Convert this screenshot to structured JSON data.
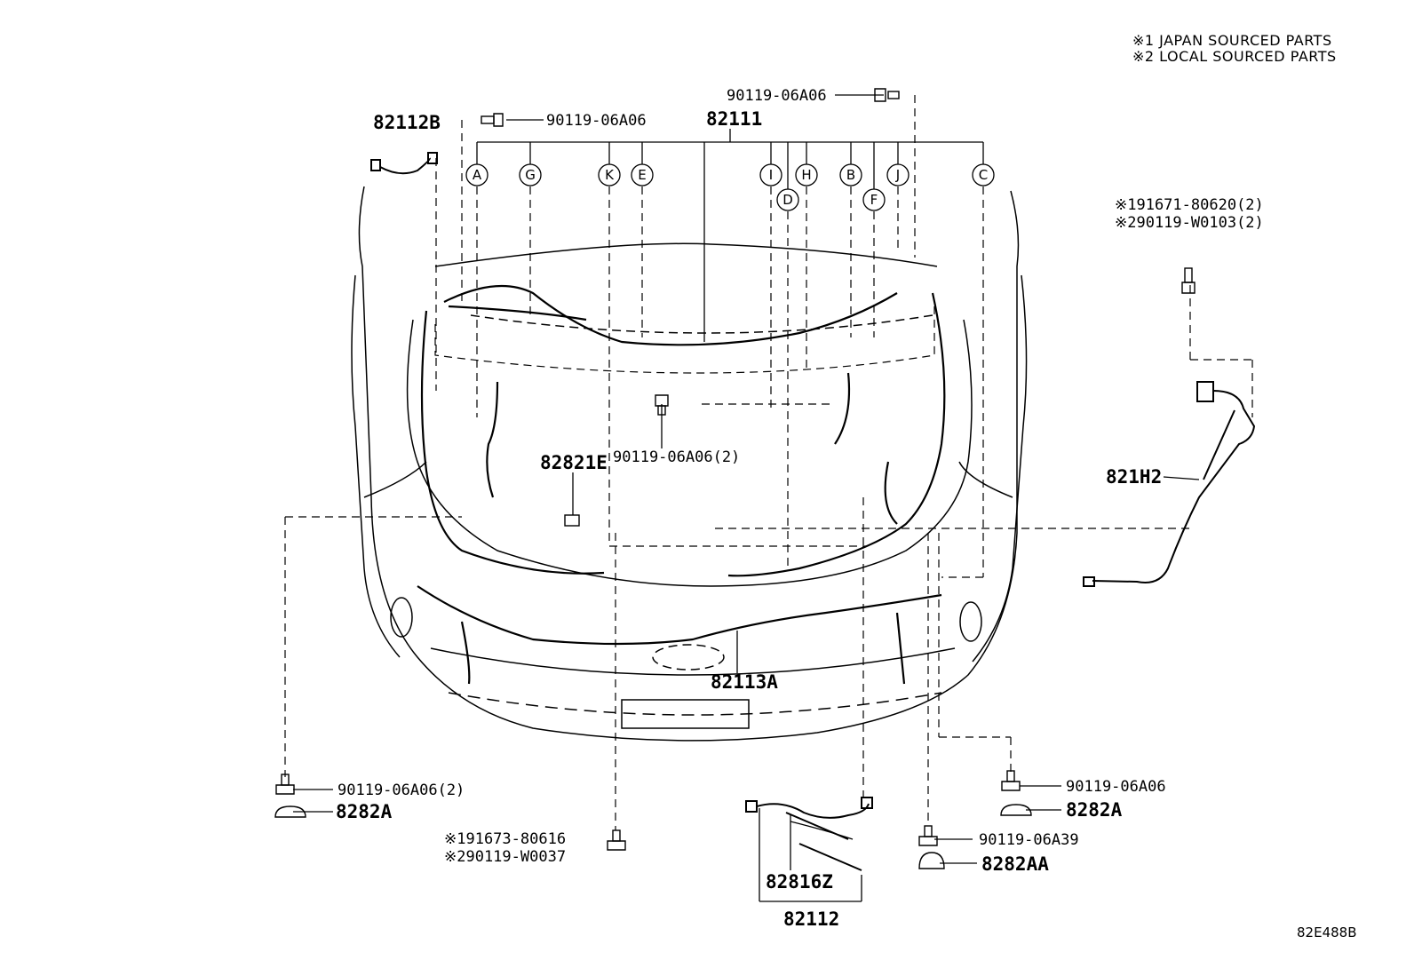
{
  "notes": [
    "※1 JAPAN SOURCED PARTS",
    "※2 LOCAL SOURCED PARTS"
  ],
  "callouts": {
    "c82112B": "82112B",
    "c82111": "82111",
    "bolt_top_left": "90119-06A06",
    "bolt_top_right": "90119-06A06",
    "bolt_center": "90119-06A06(2)",
    "c82821E": "82821E",
    "jp_821H2": "※191671-80620(2)",
    "lc_821H2": "※290119-W0103(2)",
    "c821H2": "821H2",
    "bolt_left": "90119-06A06(2)",
    "c8282A_left": "8282A",
    "jp_bottom": "※191673-80616",
    "lc_bottom": "※290119-W0037",
    "c82113A": "82113A",
    "c82816Z": "82816Z",
    "c82112": "82112",
    "bolt_right": "90119-06A06",
    "c8282A_right": "8282A",
    "bolt_right2": "90119-06A39",
    "c8282AA": "8282AA"
  },
  "letters": [
    "A",
    "G",
    "K",
    "E",
    "I",
    "D",
    "H",
    "B",
    "F",
    "J",
    "C"
  ],
  "ref_code": "82E488B"
}
